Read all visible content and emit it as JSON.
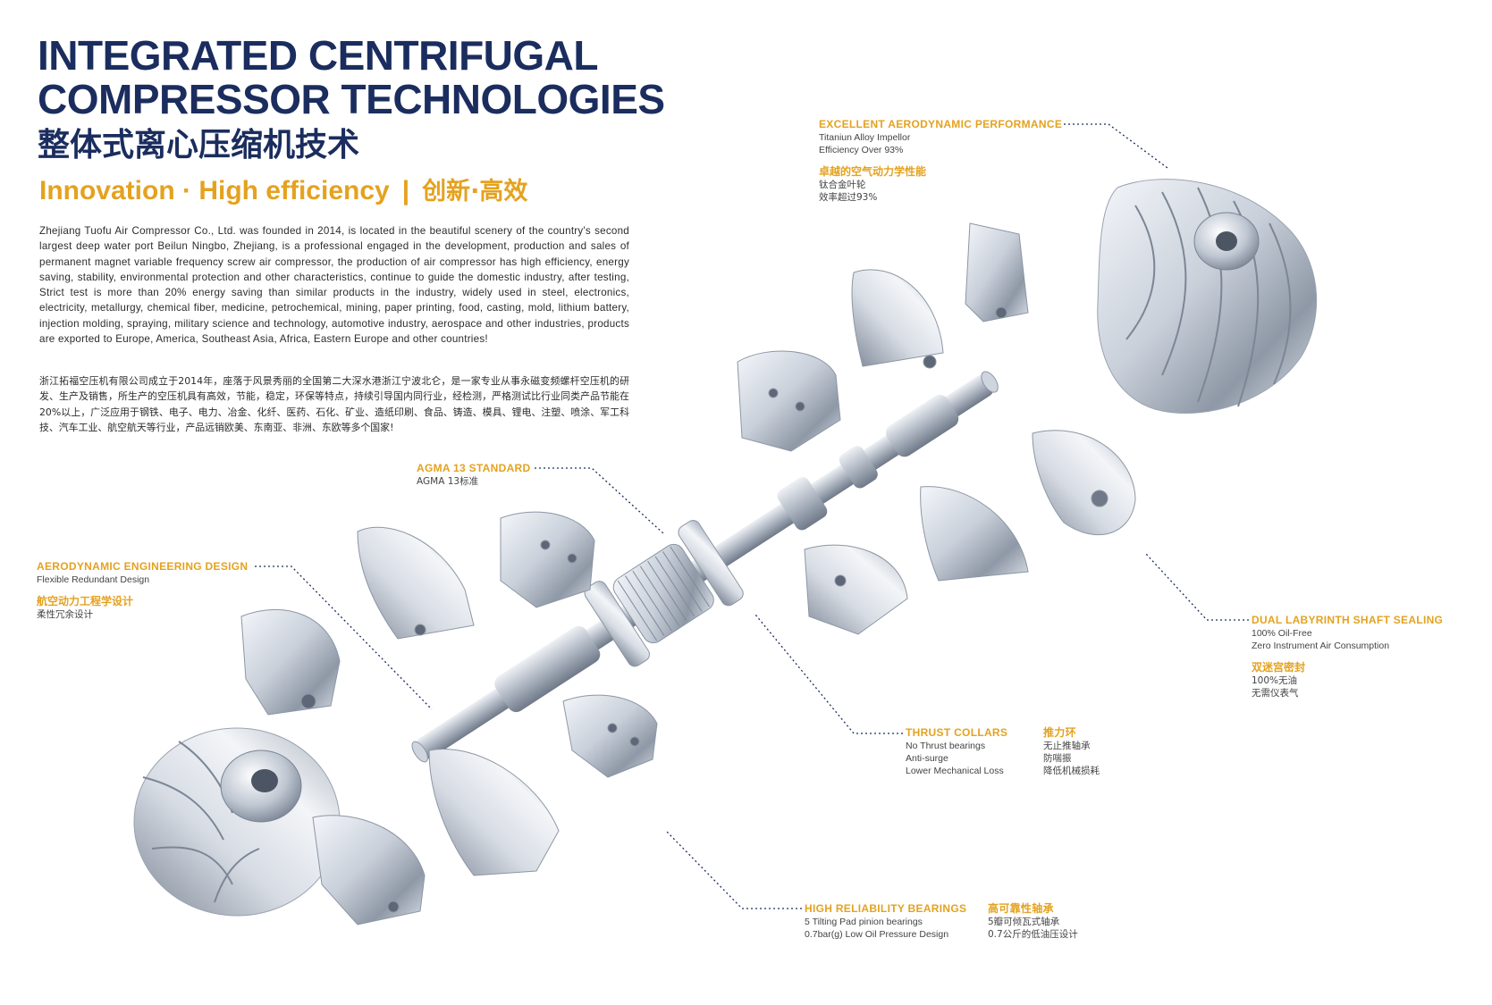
{
  "header": {
    "title_line1": "INTEGRATED CENTRIFUGAL",
    "title_line2": "COMPRESSOR TECHNOLOGIES",
    "title_cn": "整体式离心压缩机技术",
    "tagline_en": "Innovation · High efficiency",
    "tagline_sep": "|",
    "tagline_cn": "创新·高效"
  },
  "intro": {
    "en": "Zhejiang Tuofu Air Compressor Co., Ltd. was founded in 2014, is located in the beautiful scenery of the country's second largest deep water port Beilun Ningbo, Zhejiang, is a professional engaged in the development, production and sales of permanent magnet variable frequency screw air compressor, the production of air compressor has high efficiency, energy saving, stability, environmental protection and other characteristics, continue to guide the domestic industry, after testing, Strict test is more than 20% energy saving than similar products in the industry, widely used in steel, electronics, electricity, metallurgy, chemical fiber, medicine, petrochemical, mining, paper printing, food, casting, mold, lithium battery, injection molding, spraying, military science and technology, automotive industry, aerospace and other industries, products are exported to Europe, America, Southeast Asia, Africa, Eastern Europe and other countries!",
    "cn": "浙江拓福空压机有限公司成立于2014年，座落于风景秀丽的全国第二大深水港浙江宁波北仑，是一家专业从事永磁变频螺杆空压机的研发、生产及销售，所生产的空压机具有高效，节能，稳定，环保等特点，持续引导国内同行业，经检测，严格测试比行业同类产品节能在20%以上，广泛应用于钢铁、电子、电力、冶金、化纤、医药、石化、矿业、造纸印刷、食品、铸造、模具、锂电、注塑、喷涂、军工科技、汽车工业、航空航天等行业，产品远销欧美、东南亚、非洲、东欧等多个国家!"
  },
  "callouts": {
    "aero_perf": {
      "title": "EXCELLENT AERODYNAMIC PERFORMANCE",
      "lines": [
        "Titaniun Alloy Impellor",
        "Efficiency Over 93%"
      ],
      "title_cn": "卓越的空气动力学性能",
      "lines_cn": [
        "钛合金叶轮",
        "效率超过93%"
      ]
    },
    "agma": {
      "title": "AGMA 13 STANDARD",
      "lines": [
        "AGMA 13标准"
      ]
    },
    "aero_design": {
      "title": "AERODYNAMIC ENGINEERING DESIGN",
      "lines": [
        "Flexible Redundant Design"
      ],
      "title_cn": "航空动力工程学设计",
      "lines_cn": [
        "柔性冗余设计"
      ]
    },
    "labyrinth": {
      "title": "DUAL LABYRINTH SHAFT SEALING",
      "lines": [
        "100% Oil-Free",
        "Zero Instrument Air Consumption"
      ],
      "title_cn": "双迷宫密封",
      "lines_cn": [
        "100%无油",
        "无需仪表气"
      ]
    },
    "thrust": {
      "title": "THRUST COLLARS",
      "lines": [
        "No Thrust bearings",
        "Anti-surge",
        "Lower Mechanical Loss"
      ],
      "title_cn": "推力环",
      "lines_cn": [
        "无止推轴承",
        "防喘振",
        "降低机械损耗"
      ]
    },
    "bearings": {
      "title": "HIGH RELIABILITY BEARINGS",
      "lines": [
        "5 Tilting Pad pinion bearings",
        "0.7bar(g) Low Oil Pressure Design"
      ],
      "title_cn": "高可靠性轴承",
      "lines_cn": [
        "5瓣可倾瓦式轴承",
        "0.7公斤的低油压设计"
      ]
    }
  },
  "colors": {
    "navy": "#1b2d5e",
    "accent": "#e4a21f",
    "metal_light": "#eef1f6",
    "metal_mid": "#b8c0cc",
    "metal_dark": "#6c7684"
  }
}
